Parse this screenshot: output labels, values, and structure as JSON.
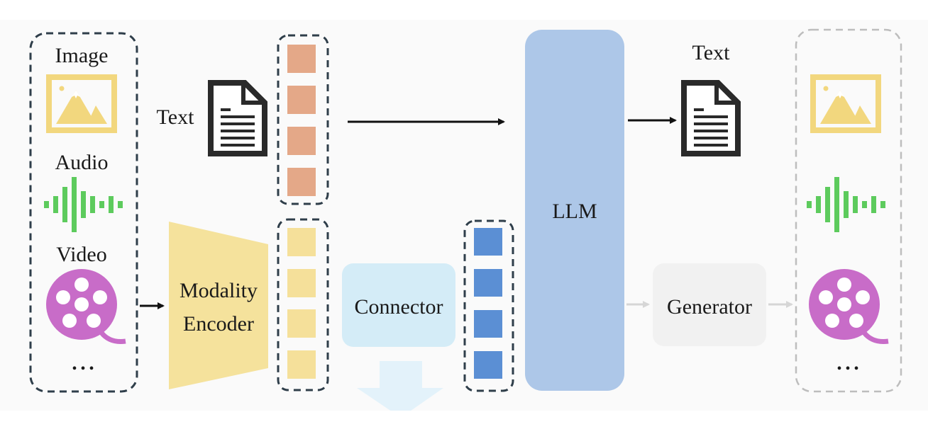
{
  "inputs": {
    "image_label": "Image",
    "audio_label": "Audio",
    "video_label": "Video",
    "more": "• • •"
  },
  "text_input_label": "Text",
  "encoder": {
    "line1": "Modality",
    "line2": "Encoder"
  },
  "connector_label": "Connector",
  "llm_label": "LLM",
  "text_output_label": "Text",
  "generator_label": "Generator",
  "outputs": {
    "more": "• • •"
  },
  "colors": {
    "text_tokens": "#e4a888",
    "modality_tokens": "#f5e09a",
    "connector_tokens": "#5b8fd4",
    "encoder": "#f5e29c",
    "connector": "#d4ecf7",
    "llm": "#adc7e8",
    "generator": "#f1f1f1",
    "image_icon": "#f2d77e",
    "audio_icon": "#5dcb5d",
    "video_icon": "#c86cc8"
  }
}
